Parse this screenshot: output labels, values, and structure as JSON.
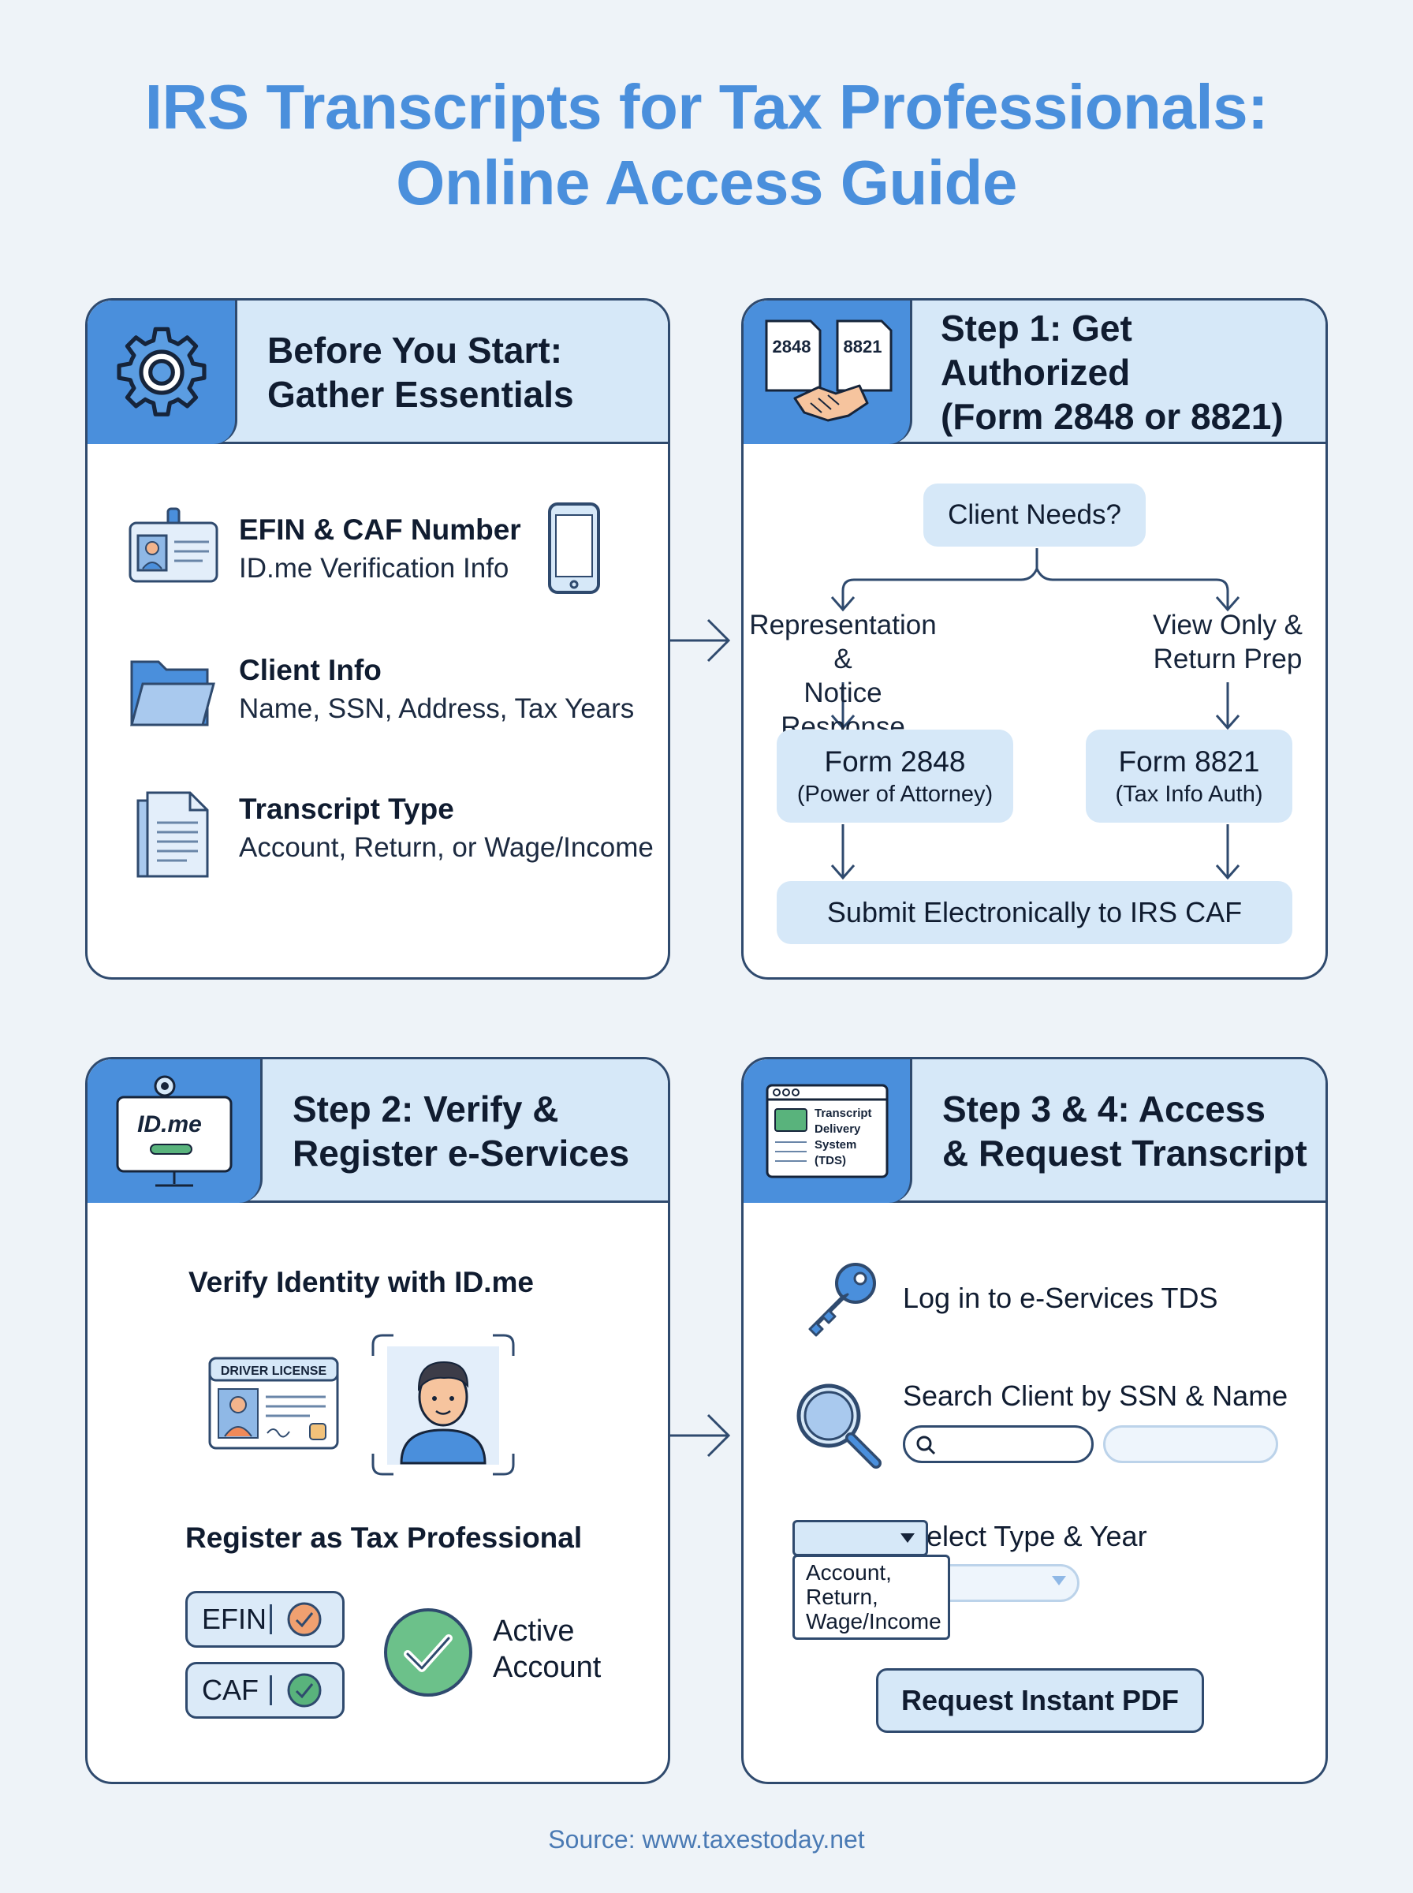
{
  "title": {
    "line1": "IRS Transcripts for Tax Professionals:",
    "line2": "Online Access Guide"
  },
  "card_start": {
    "title_line1": "Before You Start:",
    "title_line2": "Gather Essentials",
    "header_icon": "gear-icon",
    "rows": [
      {
        "icon": "id-badge-icon",
        "title": "EFIN & CAF Number",
        "sub": "ID.me Verification Info"
      },
      {
        "icon": "folder-icon",
        "title": "Client Info",
        "sub": "Name, SSN, Address, Tax Years"
      },
      {
        "icon": "document-icon",
        "title": "Transcript Type",
        "sub": "Account, Return, or Wage/Income"
      }
    ]
  },
  "card_step1": {
    "title_line1": "Step 1: Get Authorized",
    "title_line2": "(Form 2848 or 8821)",
    "doc_a": "2848",
    "doc_b": "8821",
    "question": "Client Needs?",
    "left_branch": {
      "line1": "Representation &",
      "line2": "Notice Response"
    },
    "right_branch": {
      "line1": "View Only &",
      "line2": "Return Prep"
    },
    "left_form": {
      "title": "Form 2848",
      "sub": "(Power of Attorney)"
    },
    "right_form": {
      "title": "Form 8821",
      "sub": "(Tax Info Auth)"
    },
    "submit": "Submit Electronically to IRS CAF"
  },
  "card_step2": {
    "title_line1": "Step 2: Verify &",
    "title_line2": "Register e-Services",
    "idme_logo": "ID.me",
    "verify_label": "Verify Identity with ID.me",
    "license_label": "DRIVER LICENSE",
    "register_label": "Register as Tax Professional",
    "chips": [
      "EFIN",
      "CAF"
    ],
    "active_line1": "Active",
    "active_line2": "Account"
  },
  "card_step3": {
    "title_line1": "Step 3 & 4: Access",
    "title_line2": "& Request Transcript",
    "tds_line1": "Transcript",
    "tds_line2": "Delivery",
    "tds_line3": "System",
    "tds_line4": "(TDS)",
    "login_label": "Log in to e-Services TDS",
    "search_label": "Search Client by SSN & Name",
    "select_label": "Select Type & Year",
    "dropdown_options": [
      "Account,",
      "Return,",
      "Wage/Income"
    ],
    "request_button": "Request Instant PDF"
  },
  "source": "Source: www.taxestoday.net",
  "colors": {
    "accent": "#4a8fdc",
    "header_bg": "#d6e8f8",
    "border": "#2f4a6e",
    "check_green": "#59b37c",
    "check_orange": "#f0a070"
  }
}
